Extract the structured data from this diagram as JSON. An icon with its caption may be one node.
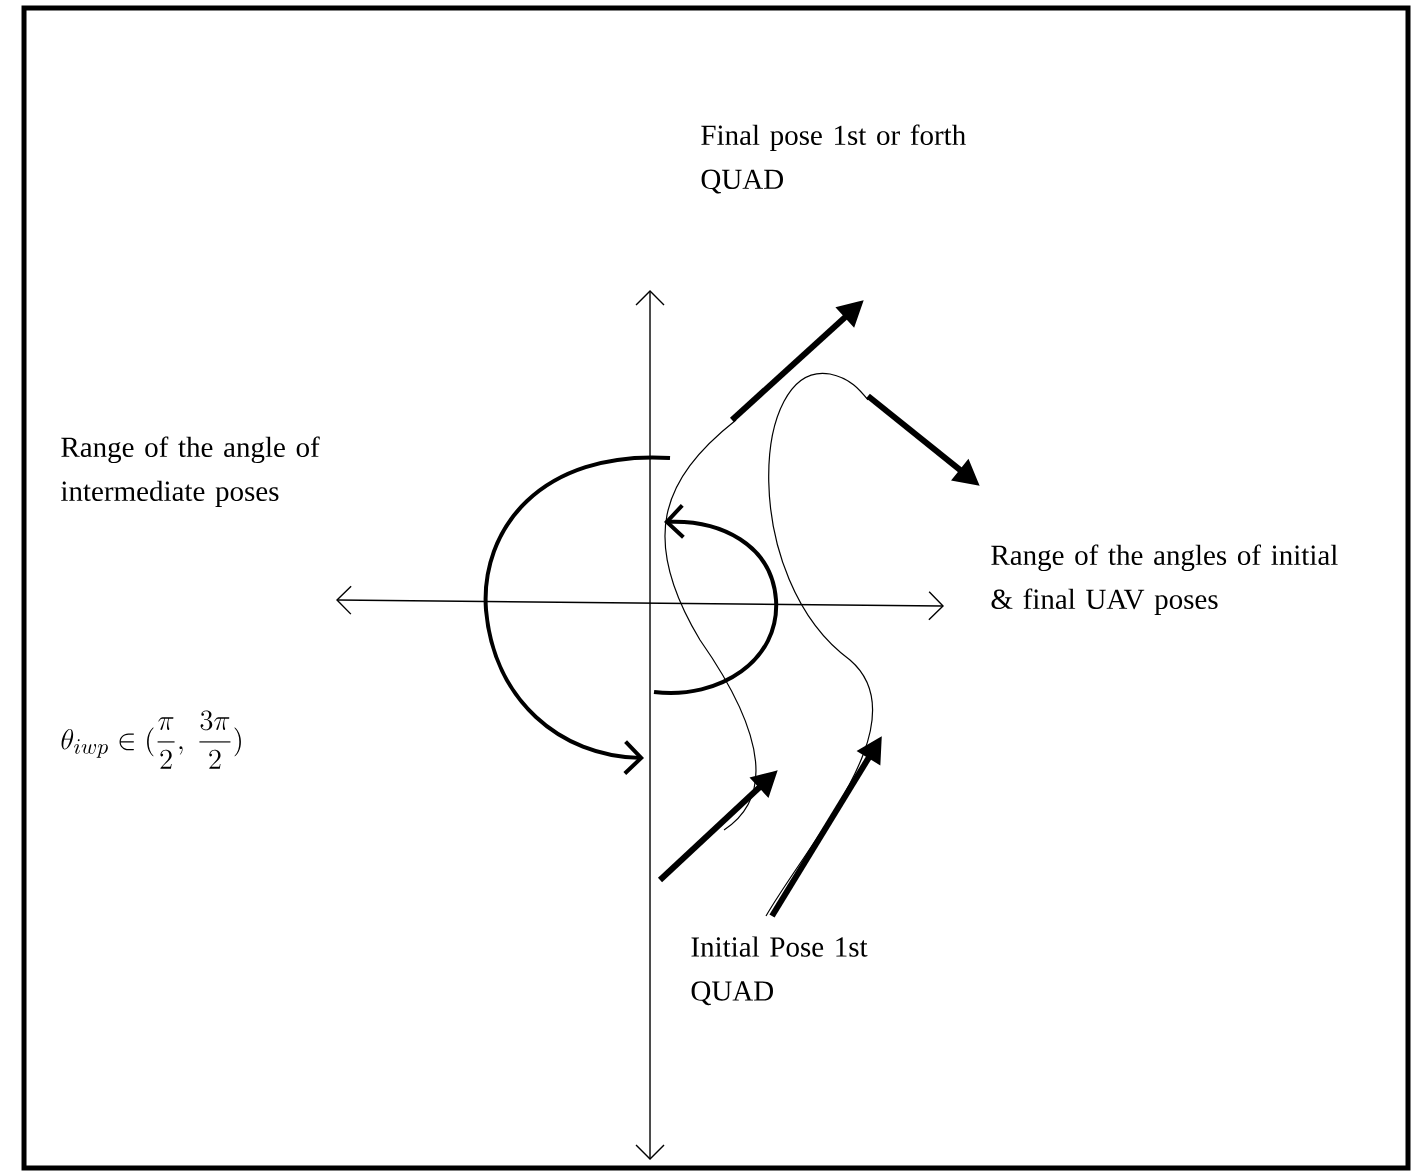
{
  "diagram": {
    "labels": [
      "Final pose 1st or forth QUAD",
      "Range of the angle of intermediate poses",
      "Range of the angles of initial & final UAV poses",
      "\\theta_{iwp} \\in (\\frac{\\pi}{2},\\ \\frac{3\\pi}{2})",
      "Initial Pose 1st QUAD"
    ]
  }
}
